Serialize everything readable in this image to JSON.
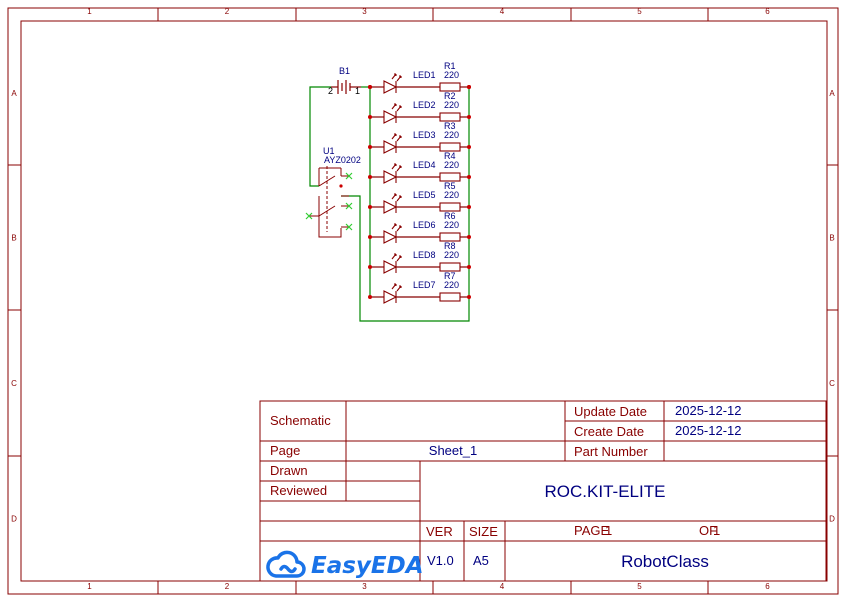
{
  "zones": {
    "columns": [
      "1",
      "2",
      "3",
      "4",
      "5",
      "6"
    ],
    "rows": [
      "A",
      "B",
      "C",
      "D"
    ]
  },
  "title_block": {
    "schematic_label": "Schematic",
    "page_label": "Page",
    "page_value": "Sheet_1",
    "drawn_label": "Drawn",
    "reviewed_label": "Reviewed",
    "update_date_label": "Update Date",
    "update_date_value": "2025-12-12",
    "create_date_label": "Create Date",
    "create_date_value": "2025-12-12",
    "part_number_label": "Part Number",
    "title": "ROC.KIT-ELITE",
    "ver_label": "VER",
    "ver_value": "V1.0",
    "size_label": "SIZE",
    "size_value": "A5",
    "page_of_label": "PAGE",
    "page_number": "1",
    "of_label": "OF",
    "of_number": "1",
    "company": "RobotClass",
    "logo_text": "EasyEDA"
  },
  "battery": {
    "designator": "B1",
    "pin_left": "2",
    "pin_right": "1"
  },
  "switch": {
    "designator": "U1",
    "part": "AYZ0202"
  },
  "led_rows": [
    {
      "led": "LED1",
      "res": "R1",
      "val": "220"
    },
    {
      "led": "LED2",
      "res": "R2",
      "val": "220"
    },
    {
      "led": "LED3",
      "res": "R3",
      "val": "220"
    },
    {
      "led": "LED4",
      "res": "R4",
      "val": "220"
    },
    {
      "led": "LED5",
      "res": "R5",
      "val": "220"
    },
    {
      "led": "LED6",
      "res": "R6",
      "val": "220"
    },
    {
      "led": "LED8",
      "res": "R8",
      "val": "220"
    },
    {
      "led": "LED7",
      "res": "R7",
      "val": "220"
    }
  ],
  "colors": {
    "frame": "#880000",
    "wire": "#008800",
    "symbol": "#880000",
    "designator_text": "#000080",
    "junction": "#cc0000",
    "no_connect": "#33cc33",
    "logo": "#1a73e8"
  }
}
